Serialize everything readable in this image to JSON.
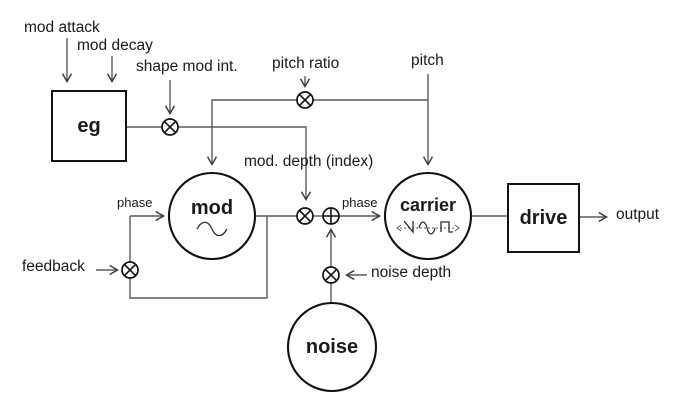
{
  "diagram": {
    "colors": {
      "background": "#ffffff",
      "wire": "#5a5a5a",
      "node_outline": "#111111",
      "text": "#1a1a1a"
    },
    "nodes": {
      "eg": "eg",
      "mod": "mod",
      "carrier": "carrier",
      "noise": "noise",
      "drive": "drive"
    },
    "labels": {
      "mod_attack": "mod attack",
      "mod_decay": "mod decay",
      "shape_mod_int": "shape mod int.",
      "pitch_ratio": "pitch ratio",
      "pitch": "pitch",
      "mod_depth": "mod. depth (index)",
      "phase_mod": "phase",
      "phase_carrier": "phase",
      "feedback": "feedback",
      "noise_depth": "noise depth",
      "output": "output"
    },
    "operators": {
      "multiply_symbol": "⊗",
      "add_symbol": "⊕"
    }
  }
}
